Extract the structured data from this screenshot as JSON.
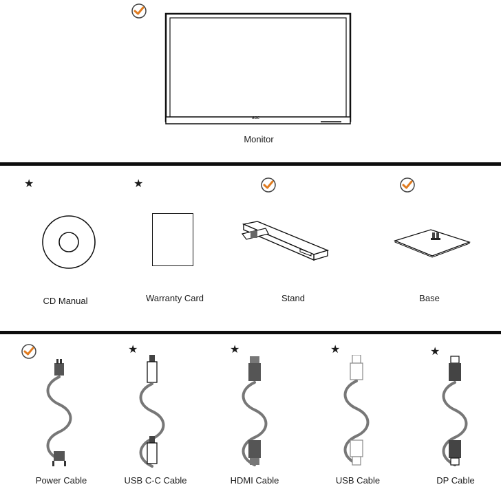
{
  "items": {
    "monitor": {
      "label": "Monitor",
      "mark": "check",
      "logo_text": "AOC"
    },
    "cd_manual": {
      "label": "CD Manual",
      "mark": "star"
    },
    "warranty_card": {
      "label": "Warranty Card",
      "mark": "star"
    },
    "stand": {
      "label": "Stand",
      "mark": "check"
    },
    "base": {
      "label": "Base",
      "mark": "check"
    },
    "power_cable": {
      "label": "Power Cable",
      "mark": "check"
    },
    "usb_c_cable": {
      "label": "USB C-C Cable",
      "mark": "star"
    },
    "hdmi_cable": {
      "label": "HDMI Cable",
      "mark": "star"
    },
    "usb_cable": {
      "label": "USB Cable",
      "mark": "star"
    },
    "dp_cable": {
      "label": "DP Cable",
      "mark": "star"
    }
  },
  "marks": {
    "star_glyph": "★"
  },
  "colors": {
    "check": "#e07b1f",
    "divider": "#0d0d0d"
  },
  "icons": [
    "check-icon",
    "star-icon"
  ]
}
